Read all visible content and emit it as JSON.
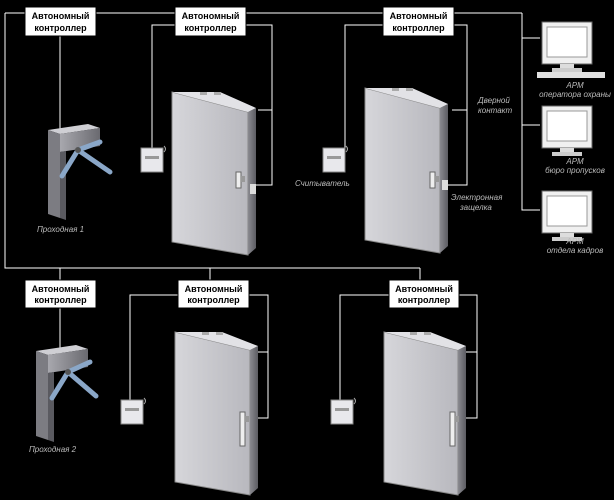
{
  "controller_label_line1": "Автономный",
  "controller_label_line2": "контроллер",
  "captions": {
    "turnstile_1": "Проходная 1",
    "turnstile_2": "Проходная 2",
    "door_contact": [
      "Дверной",
      "контакт"
    ],
    "reader": "Считыватель",
    "exit_button": [
      "Электронная",
      "защелка"
    ],
    "workstation_operator": [
      "АРМ",
      "оператора охраны"
    ],
    "workstation_passes": [
      "АРМ",
      "бюро пропусков"
    ],
    "workstation_hr": [
      "АРМ",
      "отдела кадров"
    ]
  },
  "colors": {
    "background": "#000000",
    "line": "#ffffff",
    "controller_fill": "#ffffff",
    "door_fill": "#c8c8cc",
    "door_edge": "#6e6e74",
    "turnstile_body": "#9a9aa0",
    "turnstile_arm": "#8aa7c8"
  }
}
